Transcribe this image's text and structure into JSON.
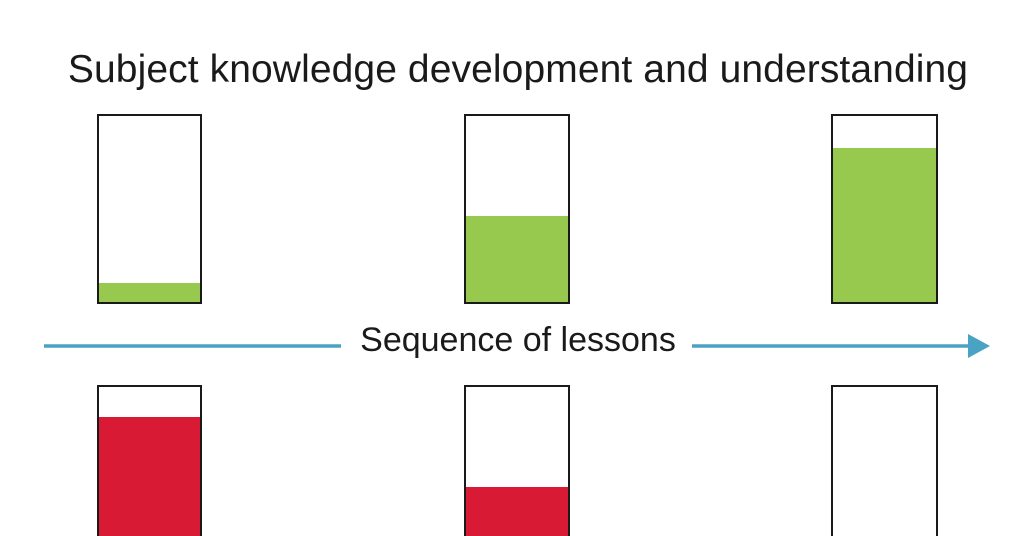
{
  "title": "Subject knowledge development and understanding",
  "axis": {
    "label": "Sequence of lessons",
    "color": "#4aa3c4"
  },
  "colors": {
    "knowledge_fill": "#97c94f",
    "other_fill": "#d91a35",
    "outline": "#1a1a1a"
  },
  "top_row": {
    "levels": [
      0.1,
      0.46,
      0.83
    ]
  },
  "bottom_row": {
    "levels": [
      0.82,
      0.4,
      0.0
    ]
  }
}
